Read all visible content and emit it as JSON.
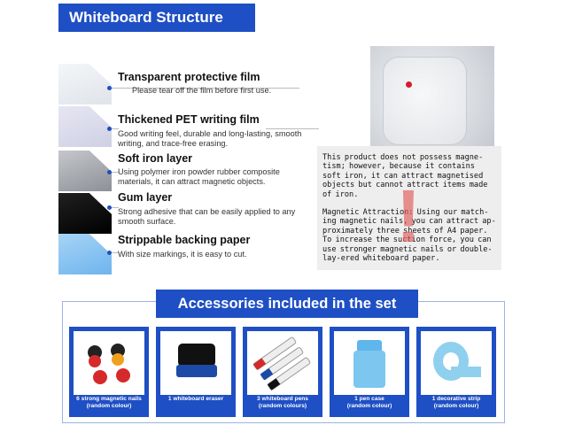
{
  "header": {
    "title": "Whiteboard Structure"
  },
  "layers": [
    {
      "title": "Transparent protective film",
      "description": "Please tear off the film before first use."
    },
    {
      "title": "Thickened PET writing film",
      "description": "Good writing feel, durable and long-lasting, smooth writing, and trace-free erasing."
    },
    {
      "title": "Soft iron layer",
      "description": "Using polymer iron powder rubber composite materials, it can attract magnetic objects."
    },
    {
      "title": "Gum layer",
      "description": "Strong adhesive that can be easily applied to any smooth surface."
    },
    {
      "title": "Strippable backing paper",
      "description": "With size markings, it is easy to cut."
    }
  ],
  "info": {
    "paragraph1": "This product does not possess magne-tism; however, because it contains soft iron, it can attract magnetised objects but cannot attract items made of iron.",
    "paragraph2": "Magnetic Attraction: Using our match-ing magnetic nails, you can attract ap-proximately three sheets of A4 paper. To increase the suction force, you can use stronger magnetic nails or double-lay-ered whiteboard paper."
  },
  "accessories": {
    "title": "Accessories included in the set",
    "items": [
      {
        "line1": "6 strong magnetic nails",
        "line2": "(random colour)",
        "icon": "magnetic-nails-icon"
      },
      {
        "line1": "1 whiteboard eraser",
        "line2": "",
        "icon": "eraser-icon"
      },
      {
        "line1": "3 whiteboard pens",
        "line2": "(random colours)",
        "icon": "pens-icon"
      },
      {
        "line1": "1 pen case",
        "line2": "(random colour)",
        "icon": "pen-case-icon"
      },
      {
        "line1": "1 decorative strip",
        "line2": "(random colour)",
        "icon": "tape-roll-icon"
      }
    ]
  },
  "colors": {
    "brand_blue": "#1f4fc4",
    "warning_red": "#e05a5a",
    "info_bg": "#eeeeee"
  }
}
